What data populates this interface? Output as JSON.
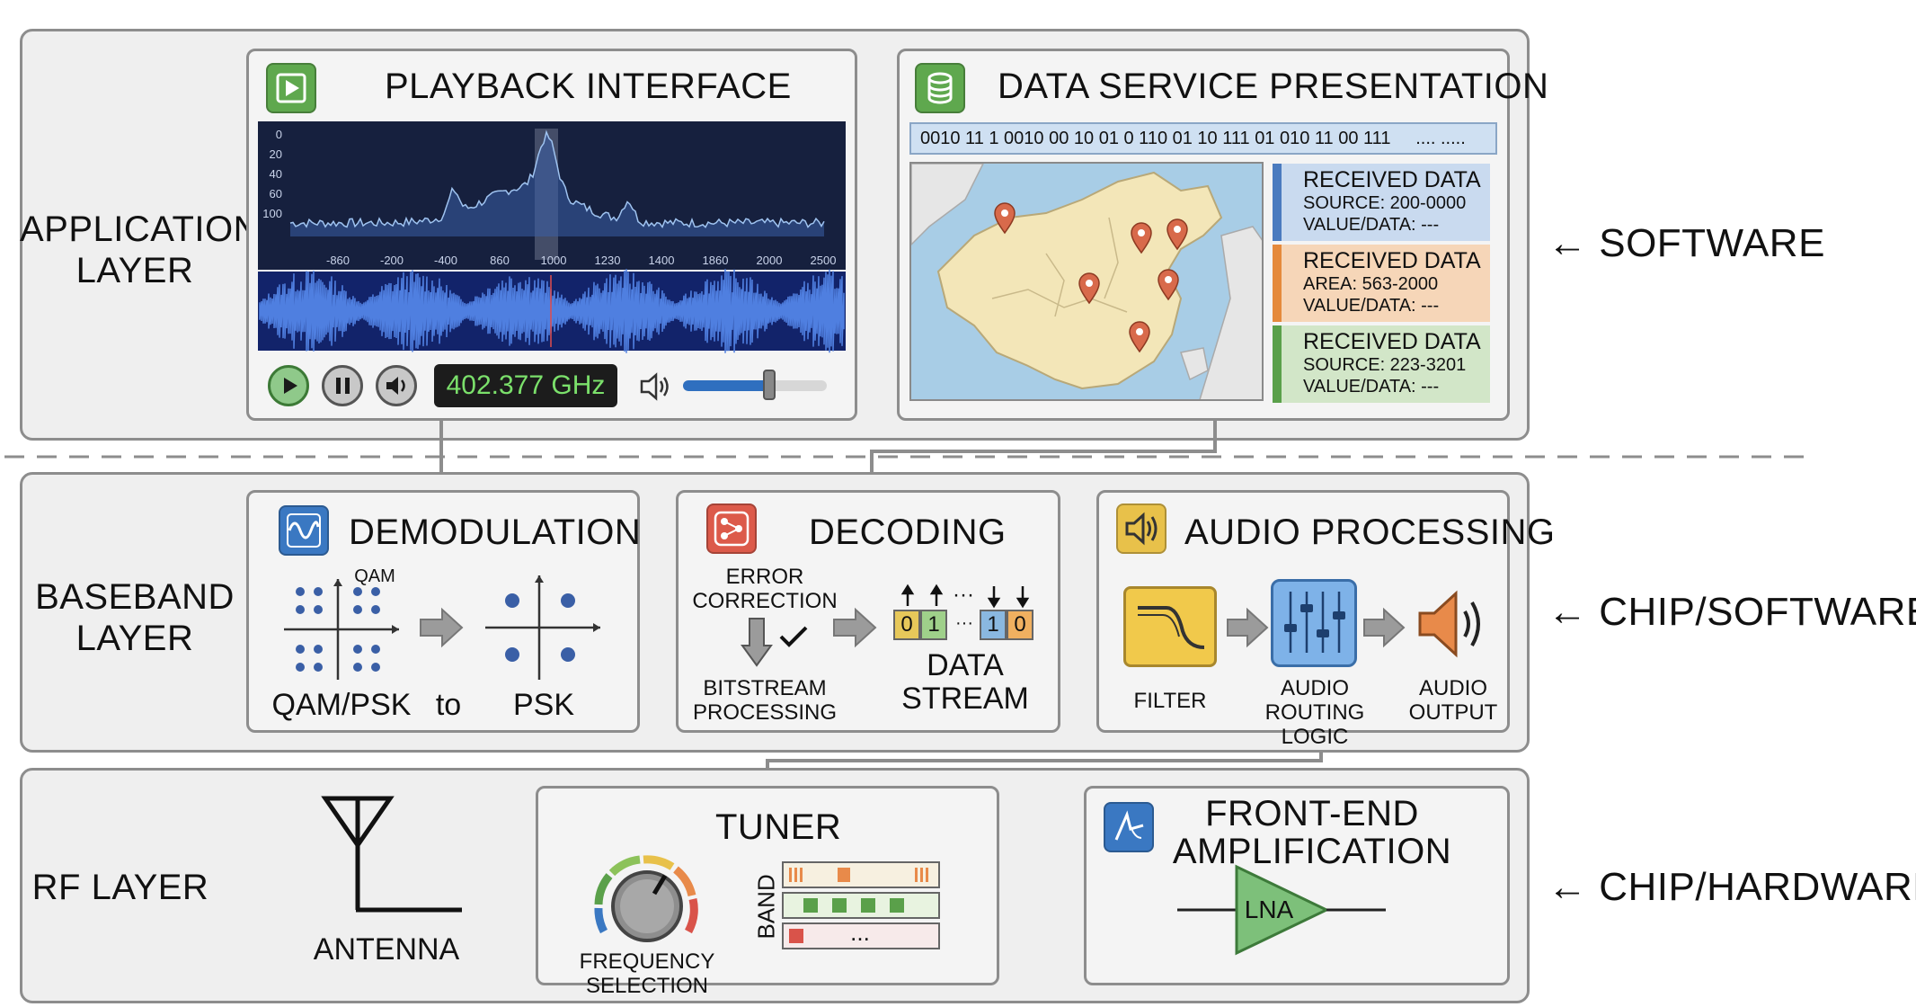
{
  "layers": {
    "application": "APPLICATION\nLAYER",
    "baseband": "BASEBAND\nLAYER",
    "rf": "RF LAYER"
  },
  "side_labels": {
    "software": "← SOFTWARE",
    "chip_software": "← CHIP/SOFTWARE",
    "chip_hardware": "← CHIP/HARDWARE"
  },
  "playback": {
    "title": "PLAYBACK INTERFACE",
    "y_ticks": [
      "0",
      "20",
      "40",
      "60",
      "100"
    ],
    "x_ticks": [
      "-860",
      "-200",
      "-400",
      "860",
      "1000",
      "1230",
      "1400",
      "1860",
      "2000",
      "2500"
    ],
    "frequency": "402.377 GHz",
    "volume_level": 0.6
  },
  "data_service": {
    "title": "DATA SERVICE PRESENTATION",
    "bitstream": "0010 11 1 0010 00 10 01 0 110 01 10 111 01 010 11 00 111     .... .....",
    "cards": [
      {
        "title": "RECEIVED DATA",
        "line1": "SOURCE: 200-0000",
        "line2": "VALUE/DATA: ---",
        "color": "#c9daef",
        "bar": "#4a7bbf"
      },
      {
        "title": "RECEIVED DATA",
        "line1": "AREA: 563-2000",
        "line2": "VALUE/DATA: ---",
        "color": "#f6d6b8",
        "bar": "#e58a3c"
      },
      {
        "title": "RECEIVED DATA",
        "line1": "SOURCE: 223-3201",
        "line2": "VALUE/DATA: ---",
        "color": "#d2e6c8",
        "bar": "#5aa04a"
      }
    ]
  },
  "demodulation": {
    "title": "DEMODULATION",
    "qam_tag": "QAM",
    "from_label": "QAM/PSK",
    "to_word": "to",
    "to_label": "PSK"
  },
  "decoding": {
    "title": "DECODING",
    "error_correction": "ERROR\nCORRECTION",
    "bitstream_processing": "BITSTREAM\nPROCESSING",
    "data_stream": "DATA\nSTREAM",
    "bits": [
      "0",
      "1",
      "1",
      "0"
    ],
    "dots": "···"
  },
  "audio": {
    "title": "AUDIO PROCESSING",
    "filter": "FILTER",
    "routing": "AUDIO ROUTING\nLOGIC",
    "output": "AUDIO\nOUTPUT"
  },
  "rf": {
    "antenna": "ANTENNA",
    "tuner_title": "TUNER",
    "freq_selection": "FREQUENCY\nSELECTION",
    "band_label": "BAND",
    "band_dots": "...",
    "frontend_title": "FRONT-END\nAMPLIFICATION",
    "lna": "LNA"
  }
}
